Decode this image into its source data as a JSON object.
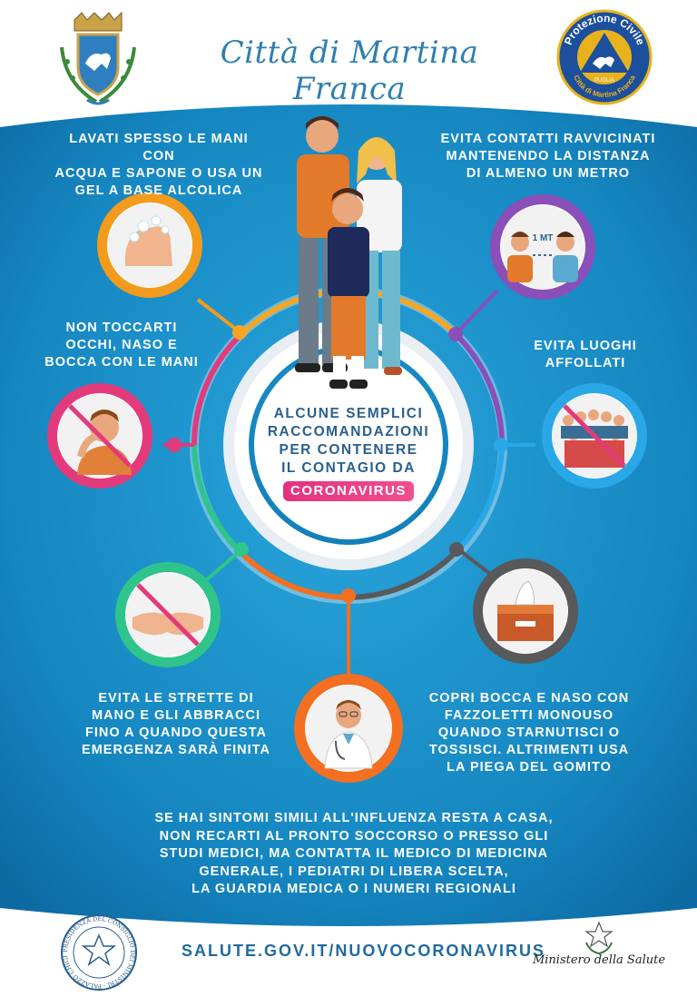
{
  "header": {
    "title": "Città di Martina Franca",
    "crest_icon": "town-crest-icon",
    "protezione_logo": {
      "icon": "protezione-civile-logo-icon",
      "text_top": "Protezione Civile",
      "text_mid": "PUGLIA",
      "text_bottom": "Città di Martina Franca"
    }
  },
  "center": {
    "line1": "ALCUNE SEMPLICI",
    "line2": "RACCOMANDAZIONI",
    "line3": "PER CONTENERE",
    "line4": "IL CONTAGIO DA",
    "badge": "CORONAVIRUS"
  },
  "tips": {
    "wash_hands": {
      "line1": "LAVATI SPESSO LE MANI CON",
      "line2": "ACQUA E SAPONE O USA UN",
      "line3": "GEL A BASE ALCOLICA",
      "icon": "hand-washing-icon"
    },
    "distance": {
      "line1": "EVITA CONTATTI RAVVICINATI",
      "line2": "MANTENENDO LA DISTANZA",
      "line3": "DI ALMENO UN METRO",
      "icon": "social-distance-icon",
      "distance_label": "1 MT"
    },
    "no_touch": {
      "line1": "NON TOCCARTI",
      "line2": "OCCHI, NASO E",
      "line3": "BOCCA CON LE MANI",
      "icon": "no-face-touch-icon"
    },
    "crowds": {
      "line1": "EVITA LUOGHI",
      "line2": "AFFOLLATI",
      "icon": "no-crowds-icon"
    },
    "handshake": {
      "line1": "EVITA LE STRETTE DI",
      "line2": "MANO E GLI ABBRACCI",
      "line3": "FINO A QUANDO QUESTA",
      "line4": "EMERGENZA SARÀ FINITA",
      "icon": "no-handshake-icon"
    },
    "tissue": {
      "line1": "COPRI BOCCA E NASO CON",
      "line2": "FAZZOLETTI MONOUSO",
      "line3": "QUANDO STARNUTISCI O",
      "line4": "TOSSISCI. ALTRIMENTI USA",
      "line5": "LA PIEGA DEL GOMITO",
      "icon": "tissue-box-icon"
    },
    "doctor": {
      "icon": "doctor-icon"
    }
  },
  "bottom": {
    "line1": "SE HAI SINTOMI SIMILI ALL'INFLUENZA RESTA A CASA,",
    "line2": "NON RECARTI AL PRONTO SOCCORSO O PRESSO GLI",
    "line3": "STUDI MEDICI, MA CONTATTA IL MEDICO DI MEDICINA",
    "line4": "GENERALE, I PEDIATRI DI LIBERA SCELTA,",
    "line5": "LA GUARDIA MEDICA O I NUMERI REGIONALI"
  },
  "footer": {
    "url": "SALUTE.GOV.IT/NUOVOCORONAVIRUS",
    "seal_text": "PRESIDENZA DEL CONSIGLIO DEI MINISTRI · PALAZZO CHIGI",
    "ministry": "Ministero della Salute"
  },
  "colors": {
    "panel_blue": "#1b8cc4",
    "panel_dark": "#0f6fa6",
    "ring_orange": "#f39b1d",
    "ring_purple": "#8a4fb8",
    "ring_pink": "#e33a7b",
    "ring_blue": "#2aa7e6",
    "ring_green": "#2fc48a",
    "ring_gray": "#58595b",
    "ring_deep_orange": "#f36f21",
    "badge_pink": "#e3327f"
  }
}
